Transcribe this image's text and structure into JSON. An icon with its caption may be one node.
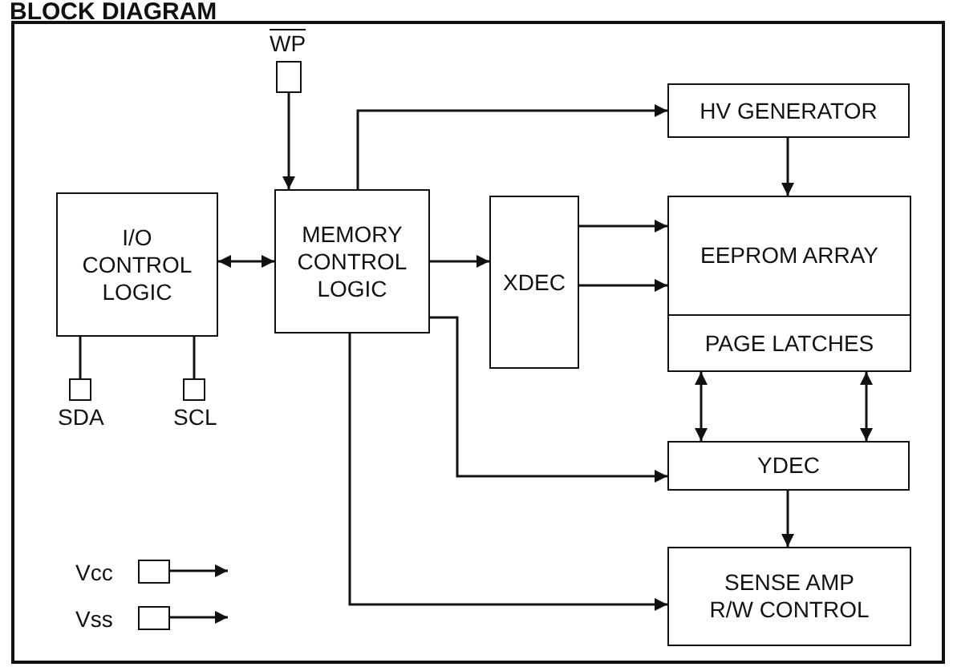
{
  "diagram": {
    "title": "BLOCK DIAGRAM",
    "nodes": [
      {
        "text": [],
        "shape": "box",
        "beside": [
          "WP"
        ]
      },
      {
        "text": [
          "I/O CONTROL LOGIC"
        ]
      },
      {
        "text": [
          "MEMORY CONTROL LOGIC"
        ]
      },
      {
        "text": [
          "XDEC"
        ]
      },
      {
        "text": [
          "HV GENERATOR"
        ]
      },
      {
        "text": [
          "EEPROM ARRAY"
        ]
      },
      {
        "text": [
          "PAGE LATCHES"
        ]
      },
      {
        "text": [
          "YDEC"
        ]
      },
      {
        "text": [
          "SENSE AMP R/W CONTROL"
        ]
      },
      {
        "text": [],
        "shape": "box",
        "beside": [
          "SDA"
        ]
      },
      {
        "text": [],
        "shape": "box",
        "beside": [
          "SCL"
        ]
      },
      {
        "text": [],
        "shape": "box",
        "beside": [
          "Vcc"
        ]
      },
      {
        "text": [],
        "shape": "box",
        "beside": [
          "Vss"
        ]
      }
    ],
    "edges": [
      {
        "from": 0,
        "to": 2,
        "arrow": "to"
      },
      {
        "from": 1,
        "to": 2,
        "arrow": "both"
      },
      {
        "from": 2,
        "to": 4,
        "arrow": "to"
      },
      {
        "from": 2,
        "to": 3,
        "arrow": "to"
      },
      {
        "from": 3,
        "to": 5,
        "arrow": "to"
      },
      {
        "from": 3,
        "to": 5,
        "arrow": "to"
      },
      {
        "from": 4,
        "to": 5,
        "arrow": "to"
      },
      {
        "from": 6,
        "to": 7,
        "arrow": "both"
      },
      {
        "from": 6,
        "to": 7,
        "arrow": "both"
      },
      {
        "from": 2,
        "to": 7,
        "arrow": "to"
      },
      {
        "from": 2,
        "to": 8,
        "arrow": "to"
      },
      {
        "from": 7,
        "to": 8,
        "arrow": "to"
      },
      {
        "from": 1,
        "to": 9,
        "arrow": "none"
      },
      {
        "from": 1,
        "to": 10,
        "arrow": "none"
      },
      {
        "from": 11,
        "to": null,
        "arrow": "to"
      },
      {
        "from": 12,
        "to": null,
        "arrow": "to"
      }
    ]
  }
}
